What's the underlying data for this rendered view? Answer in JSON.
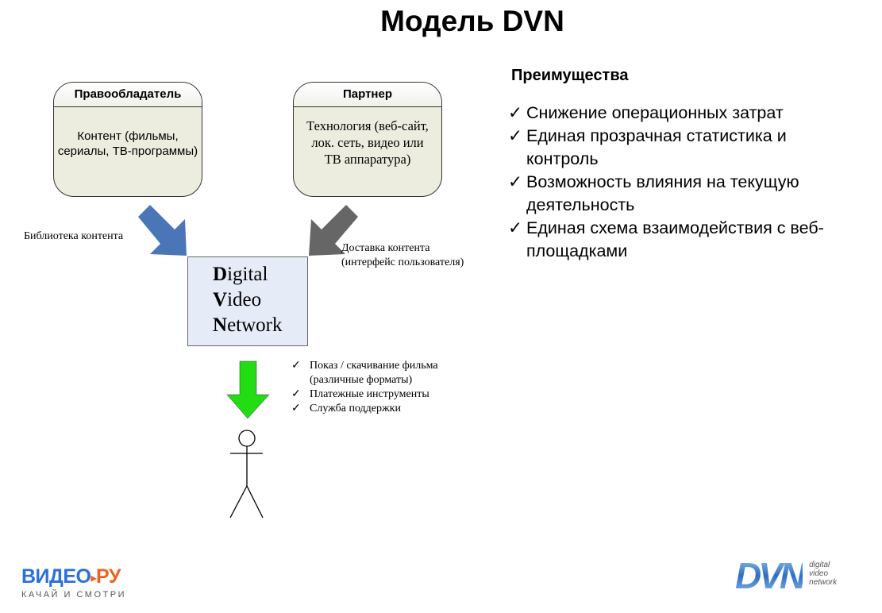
{
  "title": "Модель DVN",
  "rightholder": {
    "header": "Правообладатель",
    "body": "Контент (фильмы, сериалы, ТВ-программы)"
  },
  "partner": {
    "header": "Партнер",
    "body": "Технология (веб-сайт, лок. сеть, видео или ТВ аппаратура)"
  },
  "arrow_labels": {
    "library": "Библиотека контента",
    "delivery_1": "Доставка контента",
    "delivery_2": "(интерфейс пользователя)"
  },
  "dvn": {
    "d": "D",
    "d_rest": "igital",
    "v": "V",
    "v_rest": "ideo",
    "n": "N",
    "n_rest": "etwork"
  },
  "features": [
    "Показ / скачивание фильма (различные форматы)",
    "Платежные инструменты",
    "Служба поддержки"
  ],
  "advantages_title": "Преимущества",
  "advantages": [
    "Снижение операционных затрат",
    "Единая прозрачная статистика и контроль",
    "Возможность влияния на текущую деятельность",
    "Единая схема взаимодействия с веб-площадками"
  ],
  "check_glyph": "✓",
  "logos": {
    "videoru_main": "ВИДЕО",
    "videoru_ru": "РУ",
    "videoru_tagline": "КАЧАЙ И СМОТРИ",
    "dvn_main": "DVN",
    "dvn_sub1": "digital",
    "dvn_sub2": "video",
    "dvn_sub3": "network"
  },
  "colors": {
    "blue_arrow": "#4a76b8",
    "gray_arrow": "#666666",
    "green_arrow": "#22dd11",
    "dvn_box": "#e6ecf7"
  }
}
